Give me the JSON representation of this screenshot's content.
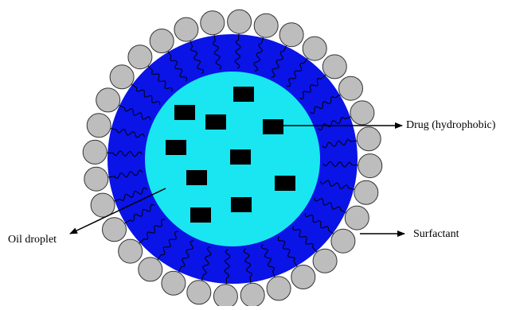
{
  "labels": {
    "drug": "Drug (hydrophobic)",
    "oil_droplet": "Oil droplet",
    "surfactant": "Surfactant"
  },
  "colors": {
    "surfactant_shell": "#0a14e6",
    "oil_core": "#19e6f0",
    "drug": "#000000",
    "surfactant_head": "#bdbdbd",
    "surfactant_head_stroke": "#333333",
    "tail": "#000000"
  }
}
